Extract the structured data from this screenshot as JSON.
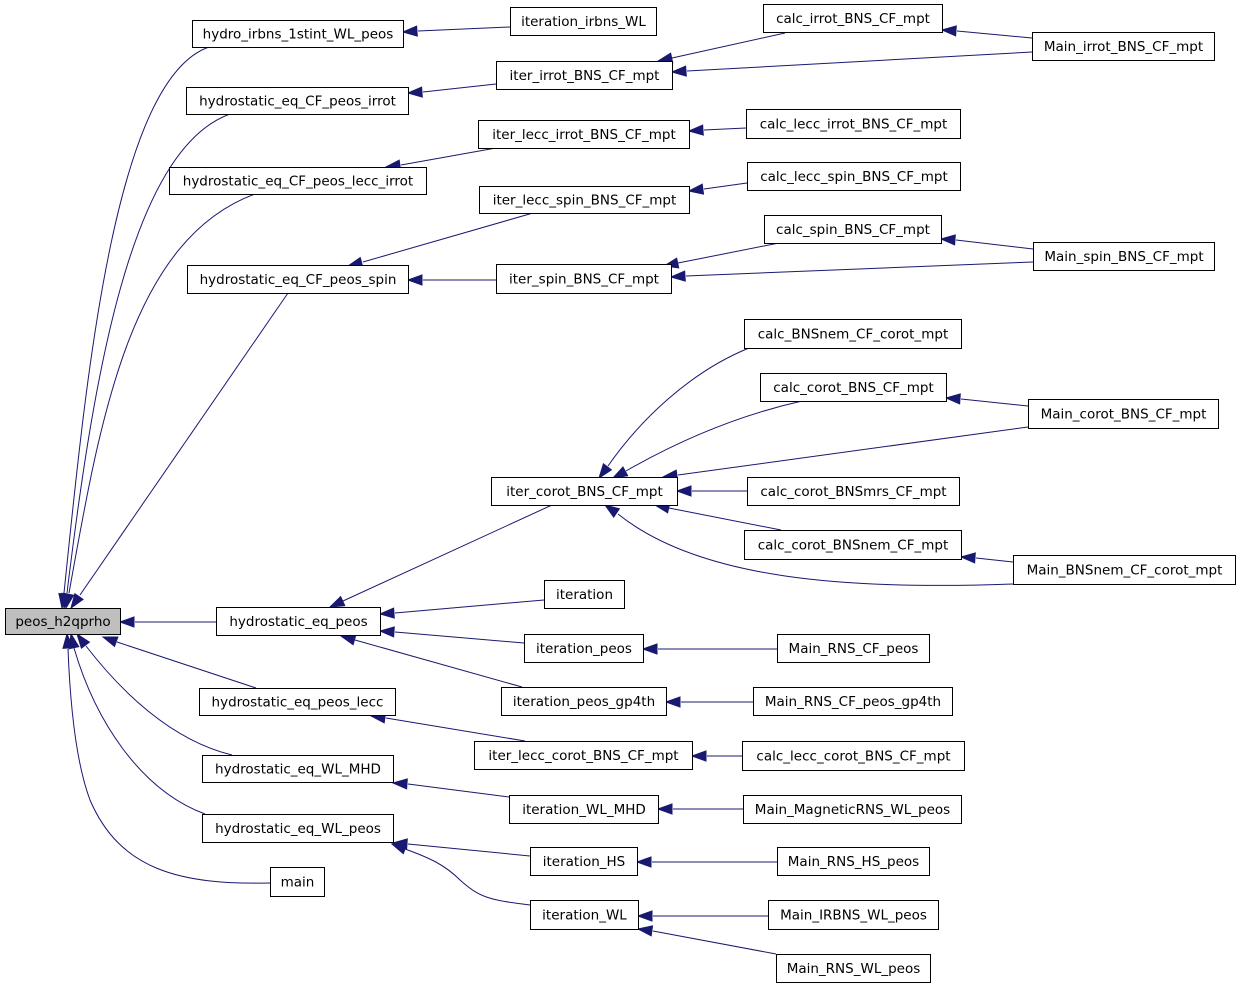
{
  "graph": {
    "title": "",
    "edge_color": "#191970",
    "root_fill": "#bfbfbf",
    "nodes": [
      {
        "id": "peos_h2qprho",
        "label": "peos_h2qprho",
        "root": true
      },
      {
        "id": "hydro_irbns_1stint_WL_peos",
        "label": "hydro_irbns_1stint_WL_peos"
      },
      {
        "id": "hydrostatic_eq_CF_peos_irrot",
        "label": "hydrostatic_eq_CF_peos_irrot"
      },
      {
        "id": "hydrostatic_eq_CF_peos_lecc_irrot",
        "label": "hydrostatic_eq_CF_peos_lecc_irrot"
      },
      {
        "id": "hydrostatic_eq_CF_peos_spin",
        "label": "hydrostatic_eq_CF_peos_spin"
      },
      {
        "id": "hydrostatic_eq_peos",
        "label": "hydrostatic_eq_peos"
      },
      {
        "id": "hydrostatic_eq_peos_lecc",
        "label": "hydrostatic_eq_peos_lecc"
      },
      {
        "id": "hydrostatic_eq_WL_MHD",
        "label": "hydrostatic_eq_WL_MHD"
      },
      {
        "id": "hydrostatic_eq_WL_peos",
        "label": "hydrostatic_eq_WL_peos"
      },
      {
        "id": "main",
        "label": "main"
      },
      {
        "id": "iteration_irbns_WL",
        "label": "iteration_irbns_WL"
      },
      {
        "id": "iter_irrot_BNS_CF_mpt",
        "label": "iter_irrot_BNS_CF_mpt"
      },
      {
        "id": "iter_lecc_irrot_BNS_CF_mpt",
        "label": "iter_lecc_irrot_BNS_CF_mpt"
      },
      {
        "id": "iter_lecc_spin_BNS_CF_mpt",
        "label": "iter_lecc_spin_BNS_CF_mpt"
      },
      {
        "id": "iter_spin_BNS_CF_mpt",
        "label": "iter_spin_BNS_CF_mpt"
      },
      {
        "id": "iter_corot_BNS_CF_mpt",
        "label": "iter_corot_BNS_CF_mpt"
      },
      {
        "id": "iteration",
        "label": "iteration"
      },
      {
        "id": "iteration_peos",
        "label": "iteration_peos"
      },
      {
        "id": "iteration_peos_gp4th",
        "label": "iteration_peos_gp4th"
      },
      {
        "id": "iter_lecc_corot_BNS_CF_mpt",
        "label": "iter_lecc_corot_BNS_CF_mpt"
      },
      {
        "id": "iteration_WL_MHD",
        "label": "iteration_WL_MHD"
      },
      {
        "id": "iteration_HS",
        "label": "iteration_HS"
      },
      {
        "id": "iteration_WL",
        "label": "iteration_WL"
      },
      {
        "id": "calc_irrot_BNS_CF_mpt",
        "label": "calc_irrot_BNS_CF_mpt"
      },
      {
        "id": "calc_lecc_irrot_BNS_CF_mpt",
        "label": "calc_lecc_irrot_BNS_CF_mpt"
      },
      {
        "id": "calc_lecc_spin_BNS_CF_mpt",
        "label": "calc_lecc_spin_BNS_CF_mpt"
      },
      {
        "id": "calc_spin_BNS_CF_mpt",
        "label": "calc_spin_BNS_CF_mpt"
      },
      {
        "id": "calc_BNSnem_CF_corot_mpt",
        "label": "calc_BNSnem_CF_corot_mpt"
      },
      {
        "id": "calc_corot_BNS_CF_mpt",
        "label": "calc_corot_BNS_CF_mpt"
      },
      {
        "id": "calc_corot_BNSmrs_CF_mpt",
        "label": "calc_corot_BNSmrs_CF_mpt"
      },
      {
        "id": "calc_corot_BNSnem_CF_mpt",
        "label": "calc_corot_BNSnem_CF_mpt"
      },
      {
        "id": "Main_RNS_CF_peos",
        "label": "Main_RNS_CF_peos"
      },
      {
        "id": "Main_RNS_CF_peos_gp4th",
        "label": "Main_RNS_CF_peos_gp4th"
      },
      {
        "id": "calc_lecc_corot_BNS_CF_mpt",
        "label": "calc_lecc_corot_BNS_CF_mpt"
      },
      {
        "id": "Main_MagneticRNS_WL_peos",
        "label": "Main_MagneticRNS_WL_peos"
      },
      {
        "id": "Main_RNS_HS_peos",
        "label": "Main_RNS_HS_peos"
      },
      {
        "id": "Main_IRBNS_WL_peos",
        "label": "Main_IRBNS_WL_peos"
      },
      {
        "id": "Main_RNS_WL_peos",
        "label": "Main_RNS_WL_peos"
      },
      {
        "id": "Main_irrot_BNS_CF_mpt",
        "label": "Main_irrot_BNS_CF_mpt"
      },
      {
        "id": "Main_spin_BNS_CF_mpt",
        "label": "Main_spin_BNS_CF_mpt"
      },
      {
        "id": "Main_corot_BNS_CF_mpt",
        "label": "Main_corot_BNS_CF_mpt"
      },
      {
        "id": "Main_BNSnem_CF_corot_mpt",
        "label": "Main_BNSnem_CF_corot_mpt"
      }
    ],
    "edges": [
      {
        "from": "hydro_irbns_1stint_WL_peos",
        "to": "peos_h2qprho"
      },
      {
        "from": "hydrostatic_eq_CF_peos_irrot",
        "to": "peos_h2qprho"
      },
      {
        "from": "hydrostatic_eq_CF_peos_lecc_irrot",
        "to": "peos_h2qprho"
      },
      {
        "from": "hydrostatic_eq_CF_peos_spin",
        "to": "peos_h2qprho"
      },
      {
        "from": "hydrostatic_eq_peos",
        "to": "peos_h2qprho"
      },
      {
        "from": "hydrostatic_eq_peos_lecc",
        "to": "peos_h2qprho"
      },
      {
        "from": "hydrostatic_eq_WL_MHD",
        "to": "peos_h2qprho"
      },
      {
        "from": "hydrostatic_eq_WL_peos",
        "to": "peos_h2qprho"
      },
      {
        "from": "main",
        "to": "peos_h2qprho"
      },
      {
        "from": "iteration_irbns_WL",
        "to": "hydro_irbns_1stint_WL_peos"
      },
      {
        "from": "iter_irrot_BNS_CF_mpt",
        "to": "hydrostatic_eq_CF_peos_irrot"
      },
      {
        "from": "iter_lecc_irrot_BNS_CF_mpt",
        "to": "hydrostatic_eq_CF_peos_lecc_irrot"
      },
      {
        "from": "iter_lecc_spin_BNS_CF_mpt",
        "to": "hydrostatic_eq_CF_peos_spin"
      },
      {
        "from": "iter_spin_BNS_CF_mpt",
        "to": "hydrostatic_eq_CF_peos_spin"
      },
      {
        "from": "iter_corot_BNS_CF_mpt",
        "to": "hydrostatic_eq_peos"
      },
      {
        "from": "iteration",
        "to": "hydrostatic_eq_peos"
      },
      {
        "from": "iteration_peos",
        "to": "hydrostatic_eq_peos"
      },
      {
        "from": "iteration_peos_gp4th",
        "to": "hydrostatic_eq_peos"
      },
      {
        "from": "iter_lecc_corot_BNS_CF_mpt",
        "to": "hydrostatic_eq_peos_lecc"
      },
      {
        "from": "iteration_WL_MHD",
        "to": "hydrostatic_eq_WL_MHD"
      },
      {
        "from": "iteration_HS",
        "to": "hydrostatic_eq_WL_peos"
      },
      {
        "from": "iteration_WL",
        "to": "hydrostatic_eq_WL_peos"
      },
      {
        "from": "calc_irrot_BNS_CF_mpt",
        "to": "iter_irrot_BNS_CF_mpt"
      },
      {
        "from": "Main_irrot_BNS_CF_mpt",
        "to": "iter_irrot_BNS_CF_mpt"
      },
      {
        "from": "Main_irrot_BNS_CF_mpt",
        "to": "calc_irrot_BNS_CF_mpt"
      },
      {
        "from": "calc_lecc_irrot_BNS_CF_mpt",
        "to": "iter_lecc_irrot_BNS_CF_mpt"
      },
      {
        "from": "calc_lecc_spin_BNS_CF_mpt",
        "to": "iter_lecc_spin_BNS_CF_mpt"
      },
      {
        "from": "calc_spin_BNS_CF_mpt",
        "to": "iter_spin_BNS_CF_mpt"
      },
      {
        "from": "Main_spin_BNS_CF_mpt",
        "to": "iter_spin_BNS_CF_mpt"
      },
      {
        "from": "Main_spin_BNS_CF_mpt",
        "to": "calc_spin_BNS_CF_mpt"
      },
      {
        "from": "calc_BNSnem_CF_corot_mpt",
        "to": "iter_corot_BNS_CF_mpt"
      },
      {
        "from": "calc_corot_BNS_CF_mpt",
        "to": "iter_corot_BNS_CF_mpt"
      },
      {
        "from": "Main_corot_BNS_CF_mpt",
        "to": "iter_corot_BNS_CF_mpt"
      },
      {
        "from": "Main_corot_BNS_CF_mpt",
        "to": "calc_corot_BNS_CF_mpt"
      },
      {
        "from": "calc_corot_BNSmrs_CF_mpt",
        "to": "iter_corot_BNS_CF_mpt"
      },
      {
        "from": "calc_corot_BNSnem_CF_mpt",
        "to": "iter_corot_BNS_CF_mpt"
      },
      {
        "from": "Main_BNSnem_CF_corot_mpt",
        "to": "iter_corot_BNS_CF_mpt"
      },
      {
        "from": "Main_BNSnem_CF_corot_mpt",
        "to": "calc_corot_BNSnem_CF_mpt"
      },
      {
        "from": "Main_RNS_CF_peos",
        "to": "iteration_peos"
      },
      {
        "from": "Main_RNS_CF_peos_gp4th",
        "to": "iteration_peos_gp4th"
      },
      {
        "from": "calc_lecc_corot_BNS_CF_mpt",
        "to": "iter_lecc_corot_BNS_CF_mpt"
      },
      {
        "from": "Main_MagneticRNS_WL_peos",
        "to": "iteration_WL_MHD"
      },
      {
        "from": "Main_RNS_HS_peos",
        "to": "iteration_HS"
      },
      {
        "from": "Main_IRBNS_WL_peos",
        "to": "iteration_WL"
      },
      {
        "from": "Main_RNS_WL_peos",
        "to": "iteration_WL"
      }
    ]
  }
}
